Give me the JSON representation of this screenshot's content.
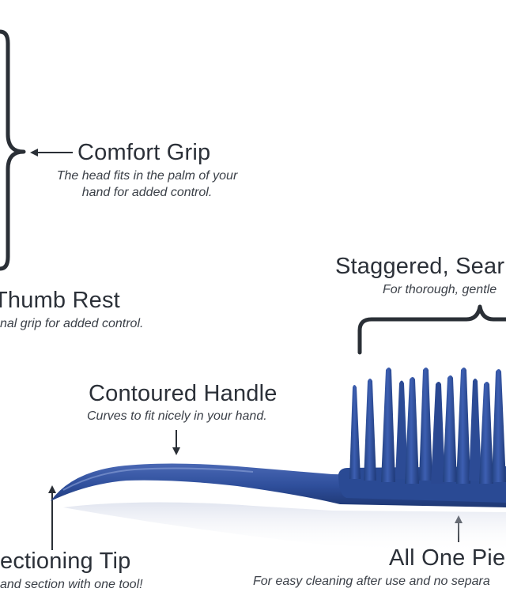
{
  "callouts": {
    "comfort_grip": {
      "title": "Comfort Grip",
      "line1": "The head fits in the palm of your",
      "line2": "hand for added control."
    },
    "thumb_rest": {
      "title": "Thumb Rest",
      "desc": "nal grip for added control."
    },
    "staggered": {
      "title": "Staggered, Sear",
      "desc": "For thorough, gentle"
    },
    "contoured_handle": {
      "title": "Contoured Handle",
      "desc": "Curves to fit nicely in your hand."
    },
    "sectioning_tip": {
      "title": "ectioning Tip",
      "desc": "and section with one tool!"
    },
    "one_piece": {
      "title": "All One Piec",
      "desc": "For easy cleaning after use and no separa"
    }
  },
  "colors": {
    "brush_blue": "#2f4f9c",
    "brush_dark": "#1f3a7a",
    "text": "#2b3038",
    "pointer": "#2a2f36"
  }
}
